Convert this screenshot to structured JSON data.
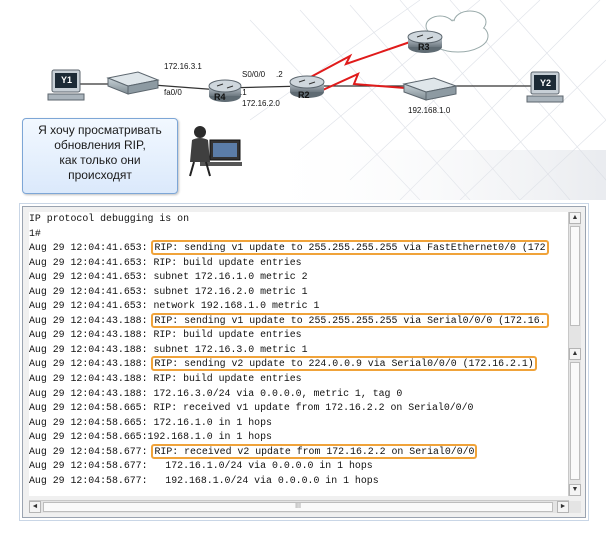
{
  "topology": {
    "devices": {
      "y1": "Y1",
      "y2": "Y2",
      "r4": "R4",
      "r2": "R2",
      "r3": "R3"
    },
    "labels": {
      "net_172_16_3_1": "172.16.3.1",
      "fa0_0": "fa0/0",
      "s0_0_0": "S0/0/0",
      "dot2": ".2",
      "dot1": ".1",
      "net_172_16_2_0": "172.16.2.0",
      "net_192_168_1_0": "192.168.1.0"
    },
    "callout_lines": [
      "Я хочу просматривать",
      "обновления RIP,",
      "как только они",
      "происходят"
    ]
  },
  "terminal": {
    "lines": [
      {
        "prefix": "IP protocol debugging is on",
        "highlight": ""
      },
      {
        "prefix": "1#",
        "highlight": ""
      },
      {
        "prefix": "Aug 29 12:04:41.653:",
        "highlight": "RIP: sending v1 update to 255.255.255.255 via FastEthernet0/0 (172"
      },
      {
        "prefix": "Aug 29 12:04:41.653: RIP: build update entries",
        "highlight": ""
      },
      {
        "prefix": "Aug 29 12:04:41.653: subnet 172.16.1.0 metric 2",
        "highlight": ""
      },
      {
        "prefix": "Aug 29 12:04:41.653: subnet 172.16.2.0 metric 1",
        "highlight": ""
      },
      {
        "prefix": "Aug 29 12:04:41.653: network 192.168.1.0 metric 1",
        "highlight": ""
      },
      {
        "prefix": "Aug 29 12:04:43.188:",
        "highlight": "RIP: sending v1 update to 255.255.255.255 via Serial0/0/0 (172.16."
      },
      {
        "prefix": "Aug 29 12:04:43.188: RIP: build update entries",
        "highlight": ""
      },
      {
        "prefix": "Aug 29 12:04:43.188: subnet 172.16.3.0 metric 1",
        "highlight": ""
      },
      {
        "prefix": "Aug 29 12:04:43.188:",
        "highlight": "RIP: sending v2 update to 224.0.0.9 via Serial0/0/0 (172.16.2.1)"
      },
      {
        "prefix": "Aug 29 12:04:43.188: RIP: build update entries",
        "highlight": ""
      },
      {
        "prefix": "Aug 29 12:04:43.188: 172.16.3.0/24 via 0.0.0.0, metric 1, tag 0",
        "highlight": ""
      },
      {
        "prefix": "Aug 29 12:04:58.665: RIP: received v1 update from 172.16.2.2 on Serial0/0/0",
        "highlight": ""
      },
      {
        "prefix": "Aug 29 12:04:58.665: 172.16.1.0 in 1 hops",
        "highlight": ""
      },
      {
        "prefix": "Aug 29 12:04:58.665:192.168.1.0 in 1 hops",
        "highlight": ""
      },
      {
        "prefix": "Aug 29 12:04:58.677:",
        "highlight": "RIP: received v2 update from 172.16.2.2 on Serial0/0/0"
      },
      {
        "prefix": "Aug 29 12:04:58.677:   172.16.1.0/24 via 0.0.0.0 in 1 hops",
        "highlight": ""
      },
      {
        "prefix": "Aug 29 12:04:58.677:   192.168.1.0/24 via 0.0.0.0 in 1 hops",
        "highlight": ""
      }
    ],
    "scroll": {
      "up": "▲",
      "down": "▼",
      "left": "◄",
      "right": "►",
      "grip": "III"
    },
    "highlight_color": "#f0a33a"
  }
}
